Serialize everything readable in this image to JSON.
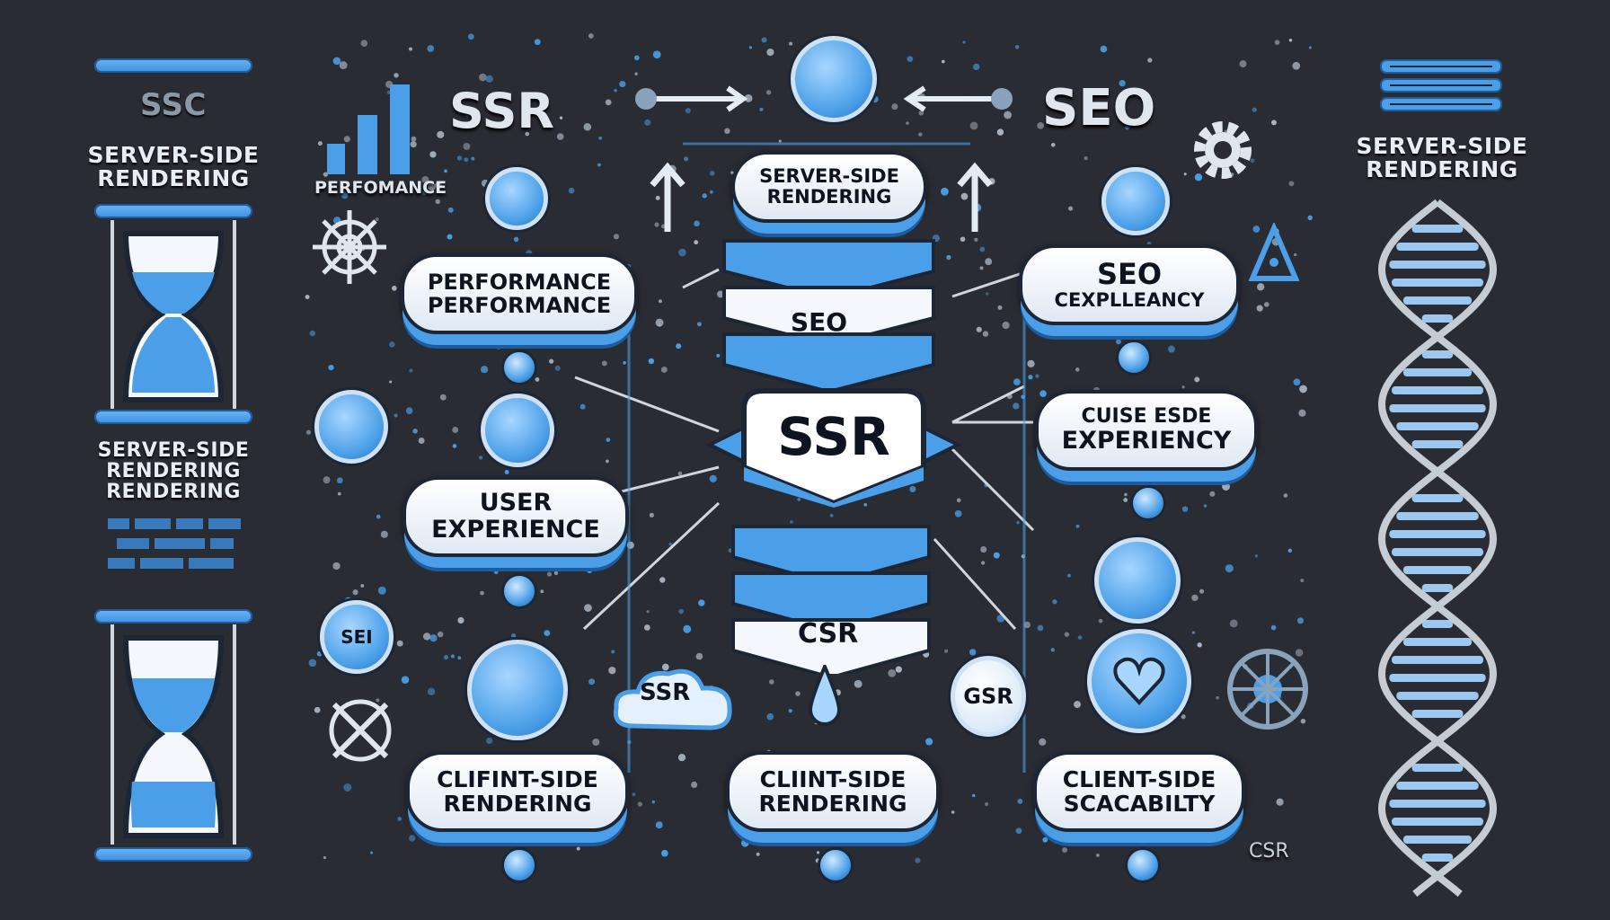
{
  "colors": {
    "background": "#2a2c33",
    "accent": "#4a9fe8",
    "accent_dark": "#1f5c9c",
    "pill": "#ffffff",
    "text_dark": "#0d1420",
    "text_light": "#e8eef5"
  },
  "left_panel": {
    "top_label": "SSC",
    "heading": [
      "SERVER-SIDE",
      "RENDERING"
    ],
    "mid_heading": [
      "SERVER-SIDE",
      "RENDERING",
      "RENDERING"
    ],
    "icons": [
      "hourglass-icon",
      "hourglass-icon"
    ]
  },
  "right_panel": {
    "heading": [
      "SERVER-SIDE",
      "RENDERING"
    ],
    "icons": [
      "stack-icon",
      "dna-helix-icon"
    ]
  },
  "top_labels": {
    "ssr": "SSR",
    "seo": "SEO",
    "performance_chart": "PERFOMANCE"
  },
  "center": {
    "top_pill": [
      "SERVER-SIDE",
      "RENDERING"
    ],
    "seo_chevron": "SEO",
    "hub": "SSR",
    "csr_chevron": "CSR"
  },
  "pills": {
    "performance": [
      "PERFORMANCE",
      "PERFORMANCE"
    ],
    "user_experience": [
      "USER",
      "EXPERIENCE"
    ],
    "seo_cexplleancy": [
      "SEO",
      "CEXPLLEANCY"
    ],
    "cuise_experiency": [
      "CUISE ESDE",
      "EXPERIENCY"
    ],
    "bottom_left": [
      "CLIFINT-SIDE",
      "RENDERING"
    ],
    "bottom_center": [
      "CLIINT-SIDE",
      "RENDERING"
    ],
    "bottom_right": [
      "CLIENT-SIDE",
      "SCACABILTY"
    ]
  },
  "badges": {
    "cloud": "SSR",
    "circle": "GSR",
    "left_circle": "SEI",
    "corner": "CSR"
  },
  "icons": [
    "server-circle-icon",
    "gear-icon",
    "arrow-up-icon",
    "arrow-right-icon",
    "arrow-left-icon",
    "drop-icon",
    "triangle-icon",
    "compass-icon",
    "wheel-icon",
    "heart-icon",
    "puzzle-icon",
    "check-circle-icon",
    "bar-chart-icon"
  ]
}
